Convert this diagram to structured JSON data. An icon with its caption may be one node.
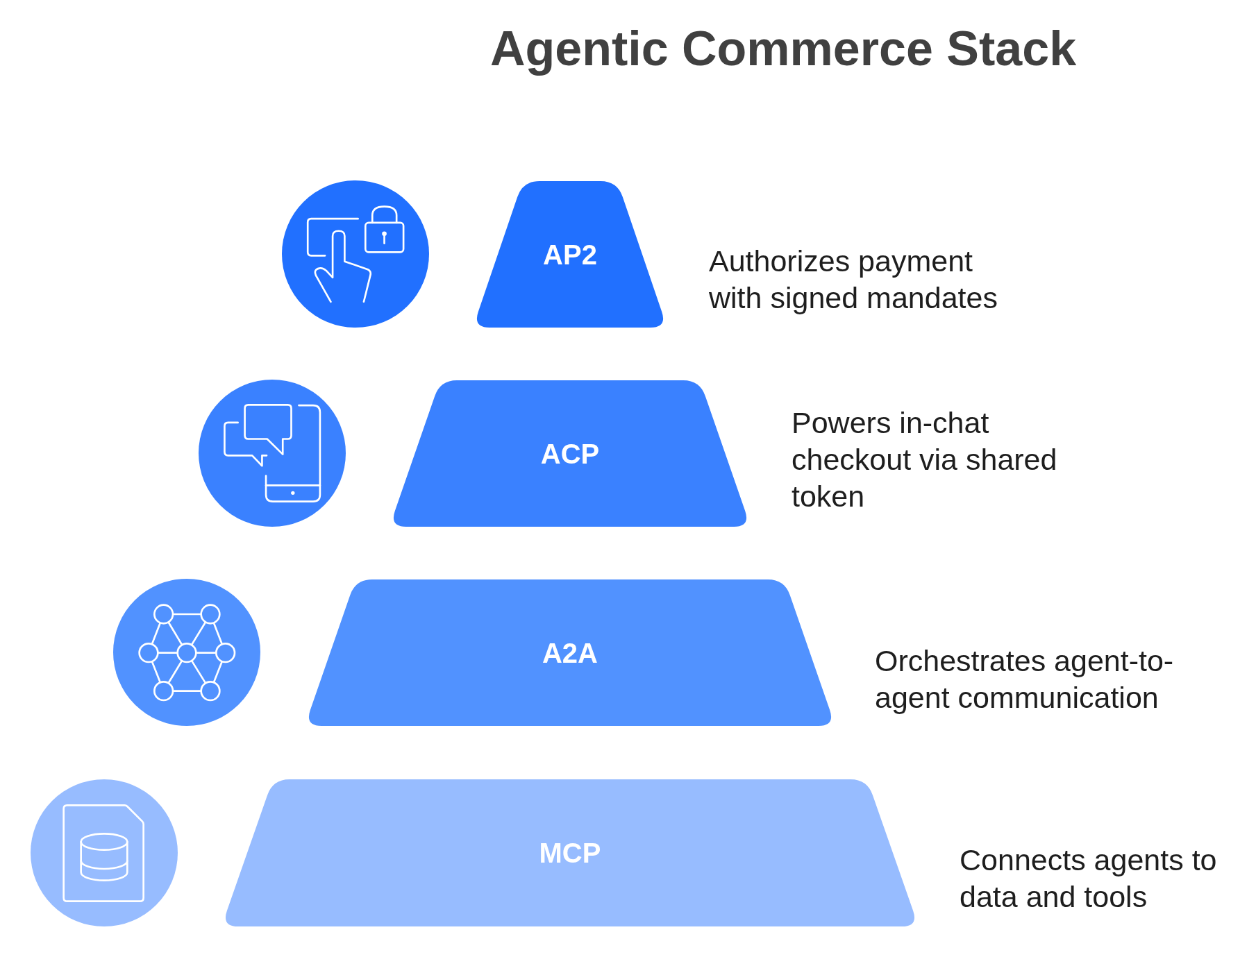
{
  "diagram": {
    "title": "Agentic Commerce Stack",
    "nodes": [
      {
        "text": [
          "AP2"
        ],
        "beside": [
          "Authorizes payment with signed mandates"
        ]
      },
      {
        "text": [
          "ACP"
        ],
        "beside": [
          "Powers in-chat checkout via shared token"
        ]
      },
      {
        "text": [
          "A2A"
        ],
        "beside": [
          "Orchestrates agent-to-agent communication"
        ]
      },
      {
        "text": [
          "MCP"
        ],
        "beside": [
          "Connects agents to data and tools"
        ]
      }
    ]
  }
}
